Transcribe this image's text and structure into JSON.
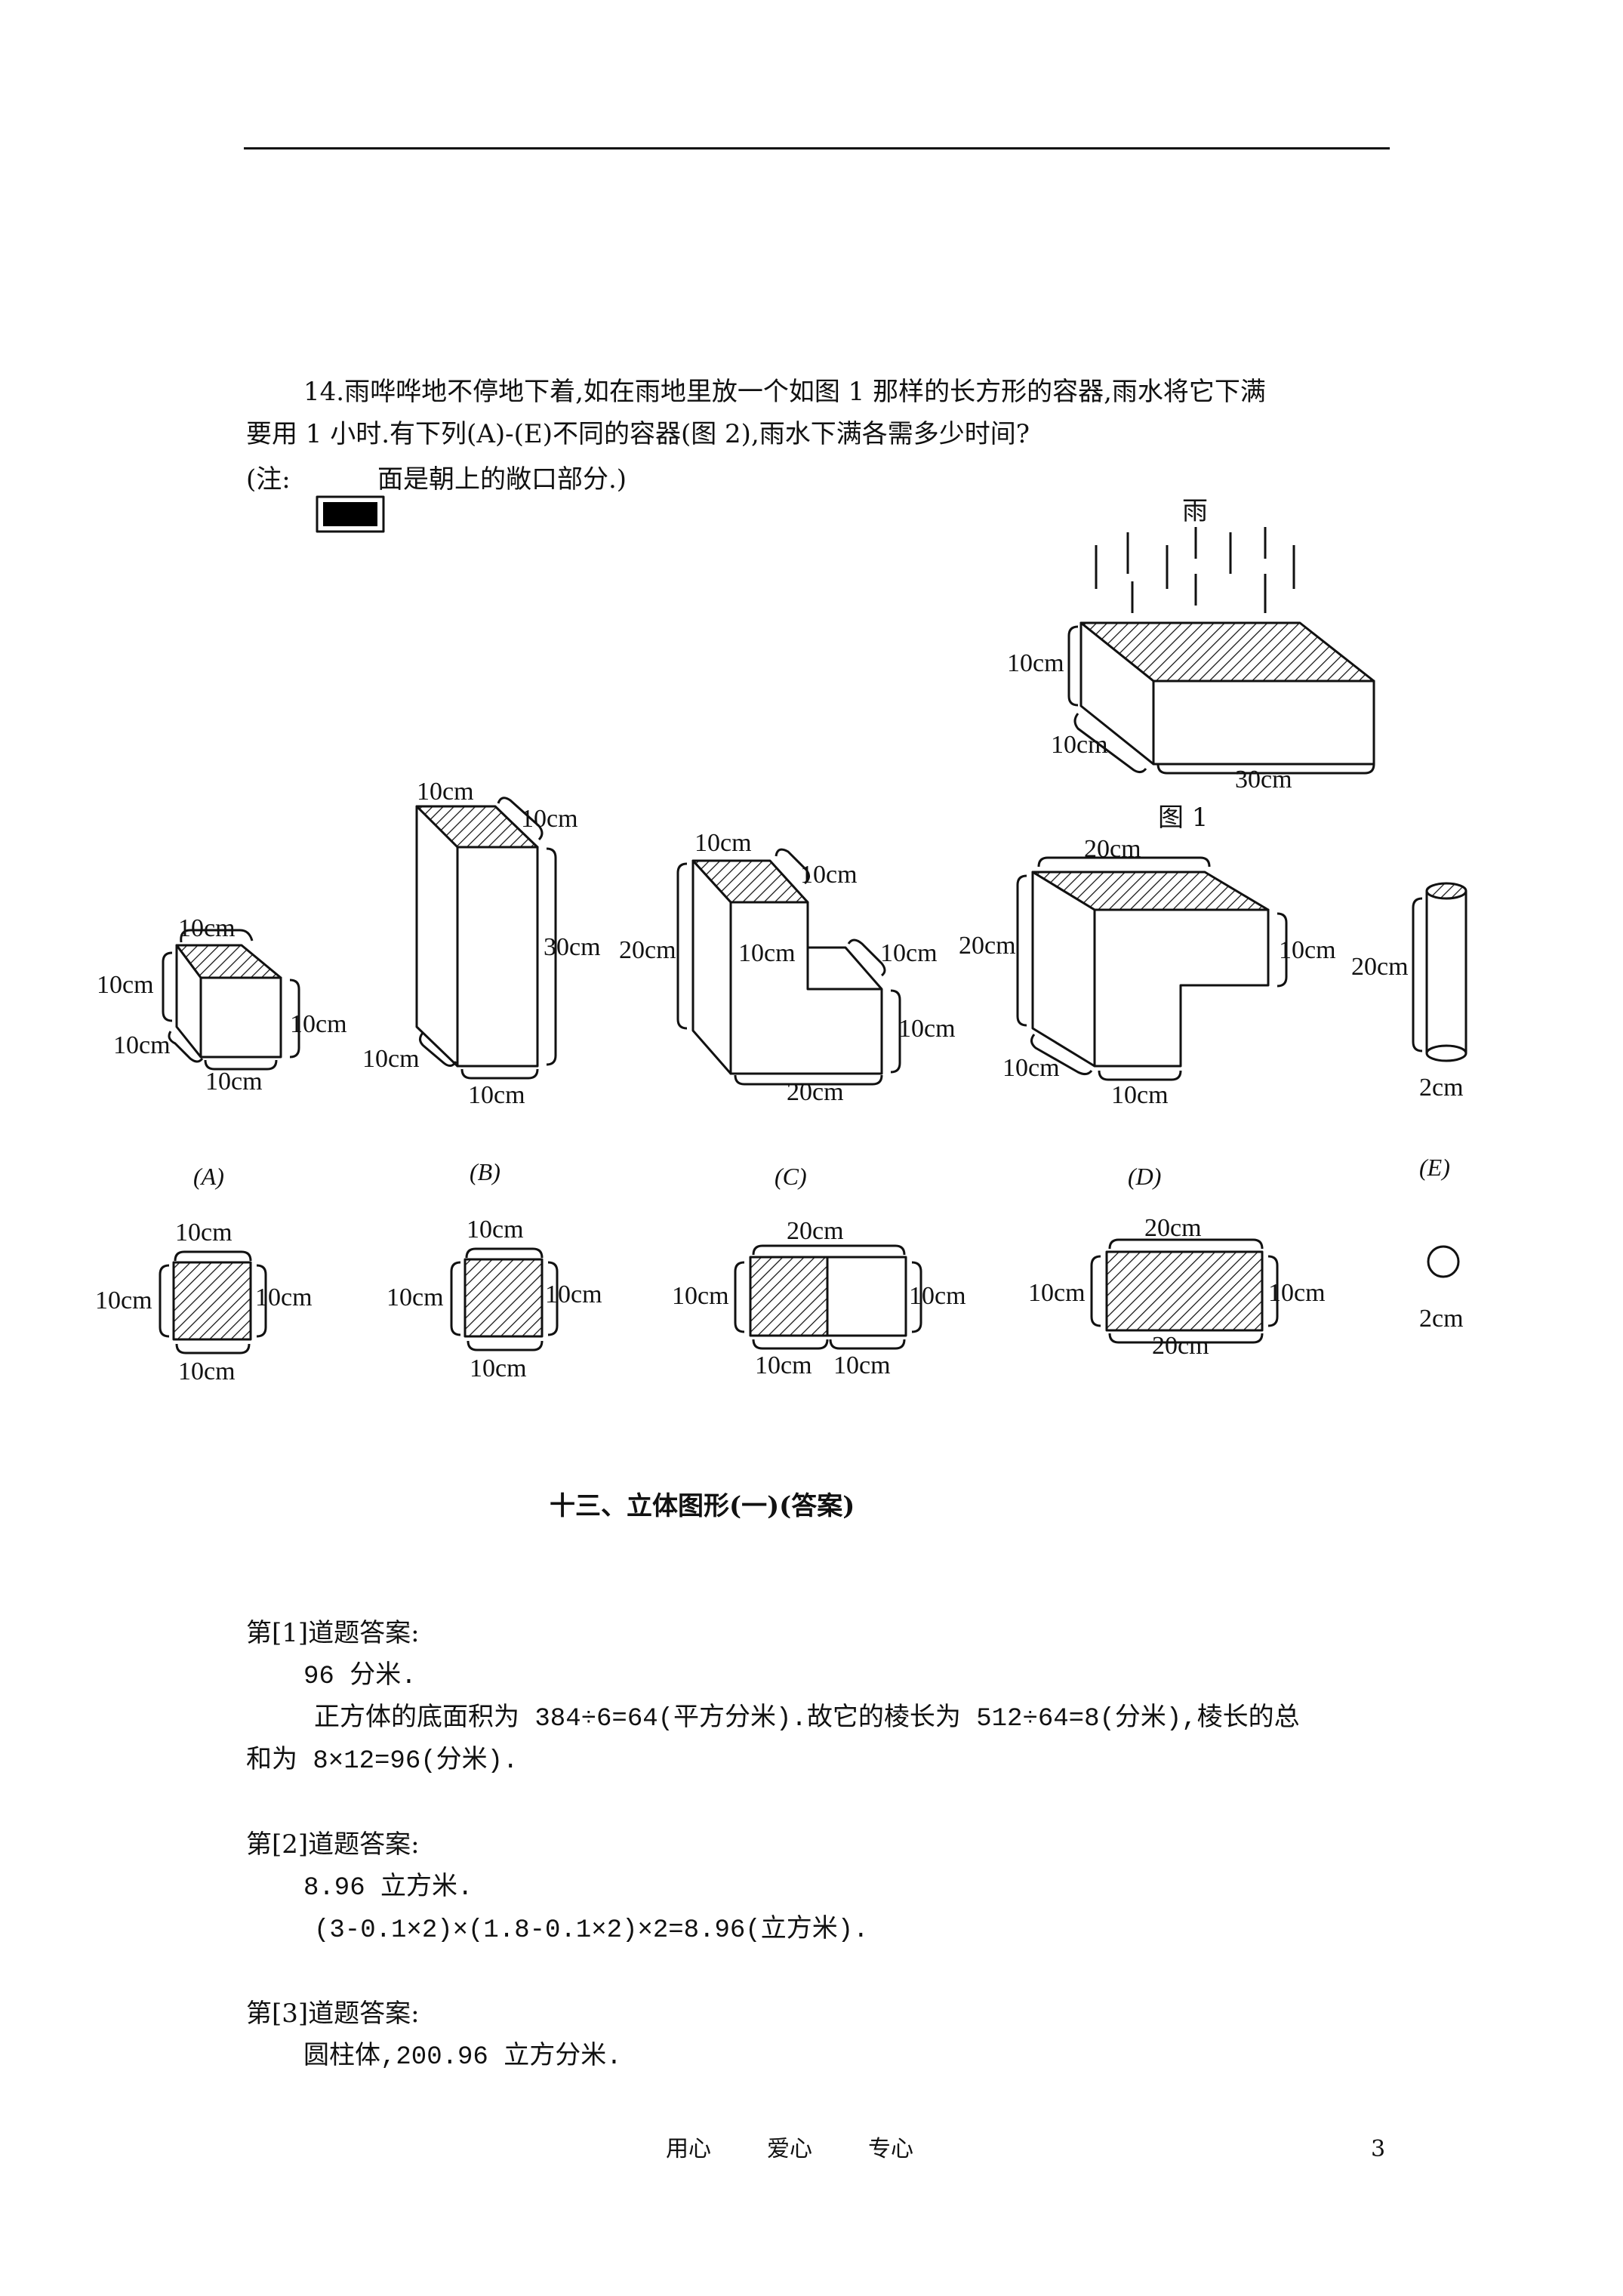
{
  "problem": {
    "line1": "14.雨哗哗地不停地下着,如在雨地里放一个如图 1 那样的长方形的容器,雨水将它下满",
    "line2": "要用 1 小时.有下列(A)-(E)不同的容器(图 2),雨水下满各需多少时间?",
    "note_prefix": "(注:",
    "note_suffix": "面是朝上的敞口部分.)"
  },
  "figure1": {
    "rain_label": "雨",
    "caption": "图 1",
    "height": "10cm",
    "depth": "10cm",
    "length": "30cm"
  },
  "containers": {
    "A": {
      "label": "(A)",
      "top": "10cm",
      "left": "10cm",
      "depth": "10cm",
      "right": "10cm",
      "bottom": "10cm"
    },
    "B": {
      "label": "(B)",
      "top": "10cm",
      "top_right": "10cm",
      "height": "30cm",
      "depth": "10cm",
      "bottom": "10cm"
    },
    "C": {
      "label": "(C)",
      "top": "10cm",
      "top_right": "10cm",
      "left": "20cm",
      "inner": "10cm",
      "step": "10cm",
      "right": "10cm",
      "bottom": "20cm"
    },
    "D": {
      "label": "(D)",
      "top": "20cm",
      "left": "20cm",
      "right": "10cm",
      "depth": "10cm",
      "bottom": "10cm"
    },
    "E": {
      "label": "(E)",
      "height": "20cm",
      "diameter": "2cm"
    }
  },
  "topviews": {
    "A": {
      "top": "10cm",
      "left": "10cm",
      "right": "10cm",
      "bottom": "10cm"
    },
    "B": {
      "top": "10cm",
      "left": "10cm",
      "right": "10cm",
      "bottom": "10cm"
    },
    "C": {
      "top": "20cm",
      "left": "10cm",
      "right": "10cm",
      "bottom1": "10cm",
      "bottom2": "10cm"
    },
    "D": {
      "top": "20cm",
      "left": "10cm",
      "right": "10cm",
      "bottom": "20cm"
    },
    "E": {
      "diameter": "2cm"
    }
  },
  "answers": {
    "section_title": "十三、立体图形(一)(答案)",
    "a1": {
      "head": "第[1]道题答案:",
      "result": "96 分米.",
      "expl1": "正方体的底面积为 384÷6=64(平方分米).故它的棱长为 512÷64=8(分米),棱长的总",
      "expl2": "和为 8×12=96(分米)."
    },
    "a2": {
      "head": "第[2]道题答案:",
      "result": "8.96 立方米.",
      "expl": "(3-0.1×2)×(1.8-0.1×2)×2=8.96(立方米)."
    },
    "a3": {
      "head": "第[3]道题答案:",
      "result": "圆柱体,200.96 立方分米."
    }
  },
  "footer": {
    "motto1": "用心",
    "motto2": "爱心",
    "motto3": "专心",
    "page_number": "3"
  }
}
